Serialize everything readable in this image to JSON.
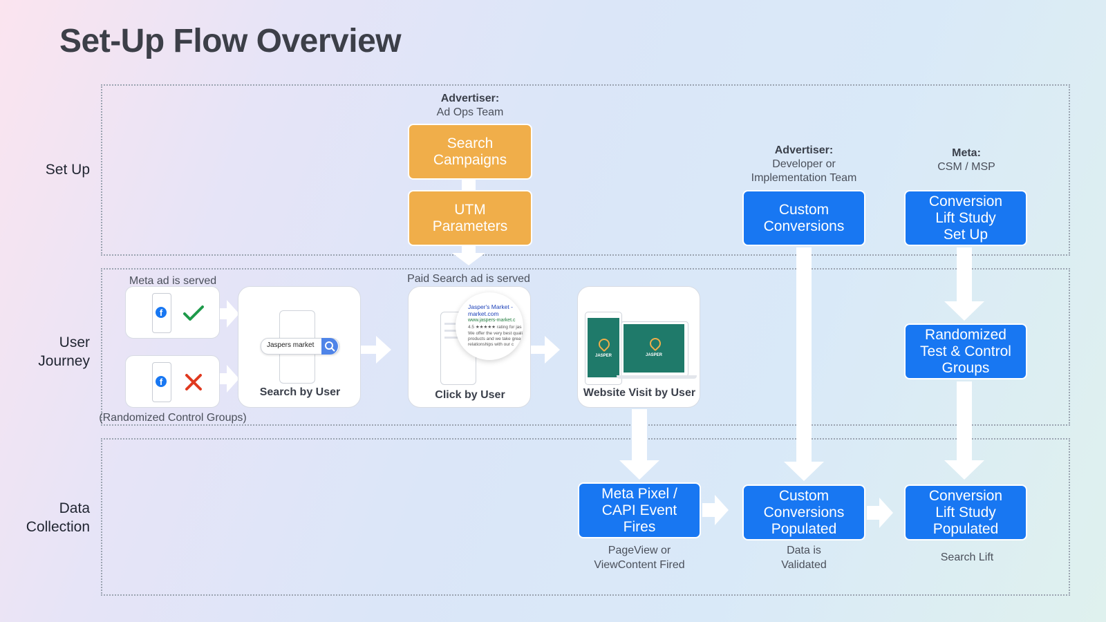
{
  "title": "Set-Up Flow Overview",
  "rows": {
    "setup": "Set Up",
    "journey": "User\nJourney",
    "collection": "Data\nCollection"
  },
  "owners": {
    "adops_role": "Advertiser:",
    "adops_team": "Ad Ops Team",
    "dev_role": "Advertiser:",
    "dev_team": "Developer or\nImplementation Team",
    "meta_role": "Meta:",
    "meta_team": "CSM / MSP"
  },
  "boxes": {
    "search_campaigns": "Search\nCampaigns",
    "utm_parameters": "UTM\nParameters",
    "custom_conversions": "Custom\nConversions",
    "lift_setup": "Conversion\nLift Study\nSet Up",
    "randomized_groups": "Randomized\nTest & Control\nGroups",
    "pixel_capi": "Meta Pixel /\nCAPI Event\nFires",
    "cc_populated": "Custom\nConversions\nPopulated",
    "lift_populated": "Conversion\nLift Study\nPopulated"
  },
  "journey": {
    "meta_ad_served": "Meta ad is served",
    "control_groups": "(Randomized Control Groups)",
    "search_query": "Jaspers market",
    "search_by_user": "Search by User",
    "paid_search_served": "Paid Search ad is served",
    "click_by_user": "Click  by User",
    "website_visit": "Website Visit  by User",
    "ad_title": "Jasper's Market -",
    "ad_domain": "market.com",
    "ad_url": "www.jaspers-market.c",
    "ad_rating": "4.5 ★★★★★ rating for jas",
    "ad_desc_1": "We offer the very best quali",
    "ad_desc_2": "products and we take grea",
    "ad_desc_3": "relationships with our c",
    "brand": "JASPER"
  },
  "notes": {
    "pageview": "PageView or\nViewContent Fired",
    "validated": "Data is\nValidated",
    "search_lift": "Search Lift"
  },
  "colors": {
    "orange": "#f0ae4a",
    "blue": "#1877f2",
    "check": "#1e9a4a",
    "cross": "#e0391f",
    "screen": "#1f7a6a"
  }
}
